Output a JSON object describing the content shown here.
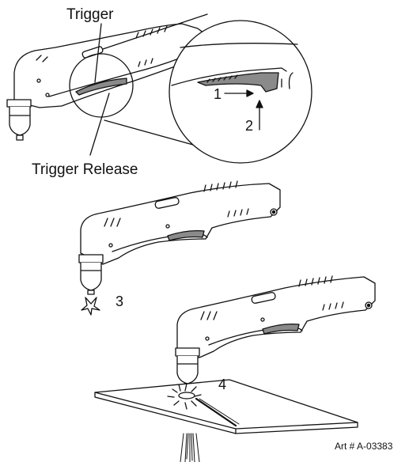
{
  "labels": {
    "trigger": "Trigger",
    "trigger_release": "Trigger Release",
    "step1": "1",
    "step2": "2",
    "step3": "3",
    "step4": "4",
    "art_number": "Art # A-03383"
  },
  "colors": {
    "line": "#111111",
    "trigger_fill": "#8a8a8a",
    "background": "#ffffff"
  },
  "icons": [
    "arrow-right-icon",
    "arrow-up-icon",
    "spark-icon"
  ]
}
